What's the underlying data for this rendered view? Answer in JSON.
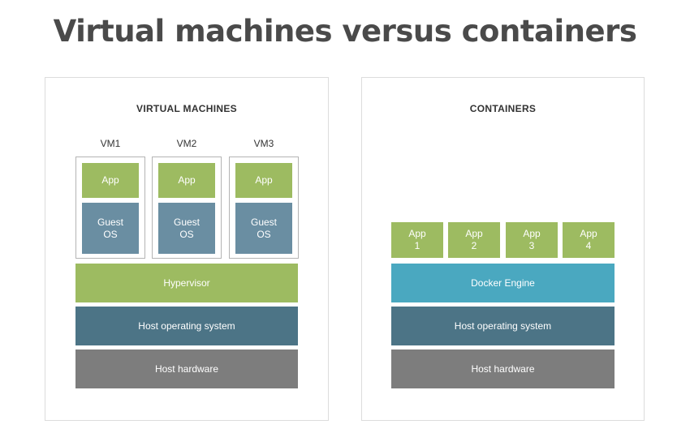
{
  "title": "Virtual machines versus containers",
  "colors": {
    "app": "#9dbb61",
    "hypervisor": "#9dbb61",
    "guest_os": "#6a8ea2",
    "host_os": "#4c7486",
    "host_hardware": "#7d7d7d",
    "docker_engine": "#4aa8c0",
    "title_text": "#4a4a4a"
  },
  "virtual_machines": {
    "heading": "VIRTUAL MACHINES",
    "vms": [
      {
        "label": "VM1",
        "app": "App",
        "guest_os": "Guest\nOS"
      },
      {
        "label": "VM2",
        "app": "App",
        "guest_os": "Guest\nOS"
      },
      {
        "label": "VM3",
        "app": "App",
        "guest_os": "Guest\nOS"
      }
    ],
    "hypervisor": "Hypervisor",
    "host_os": "Host operating system",
    "host_hardware": "Host hardware"
  },
  "containers": {
    "heading": "CONTAINERS",
    "apps": [
      "App\n1",
      "App\n2",
      "App\n3",
      "App\n4"
    ],
    "docker_engine": "Docker Engine",
    "host_os": "Host operating system",
    "host_hardware": "Host hardware"
  }
}
